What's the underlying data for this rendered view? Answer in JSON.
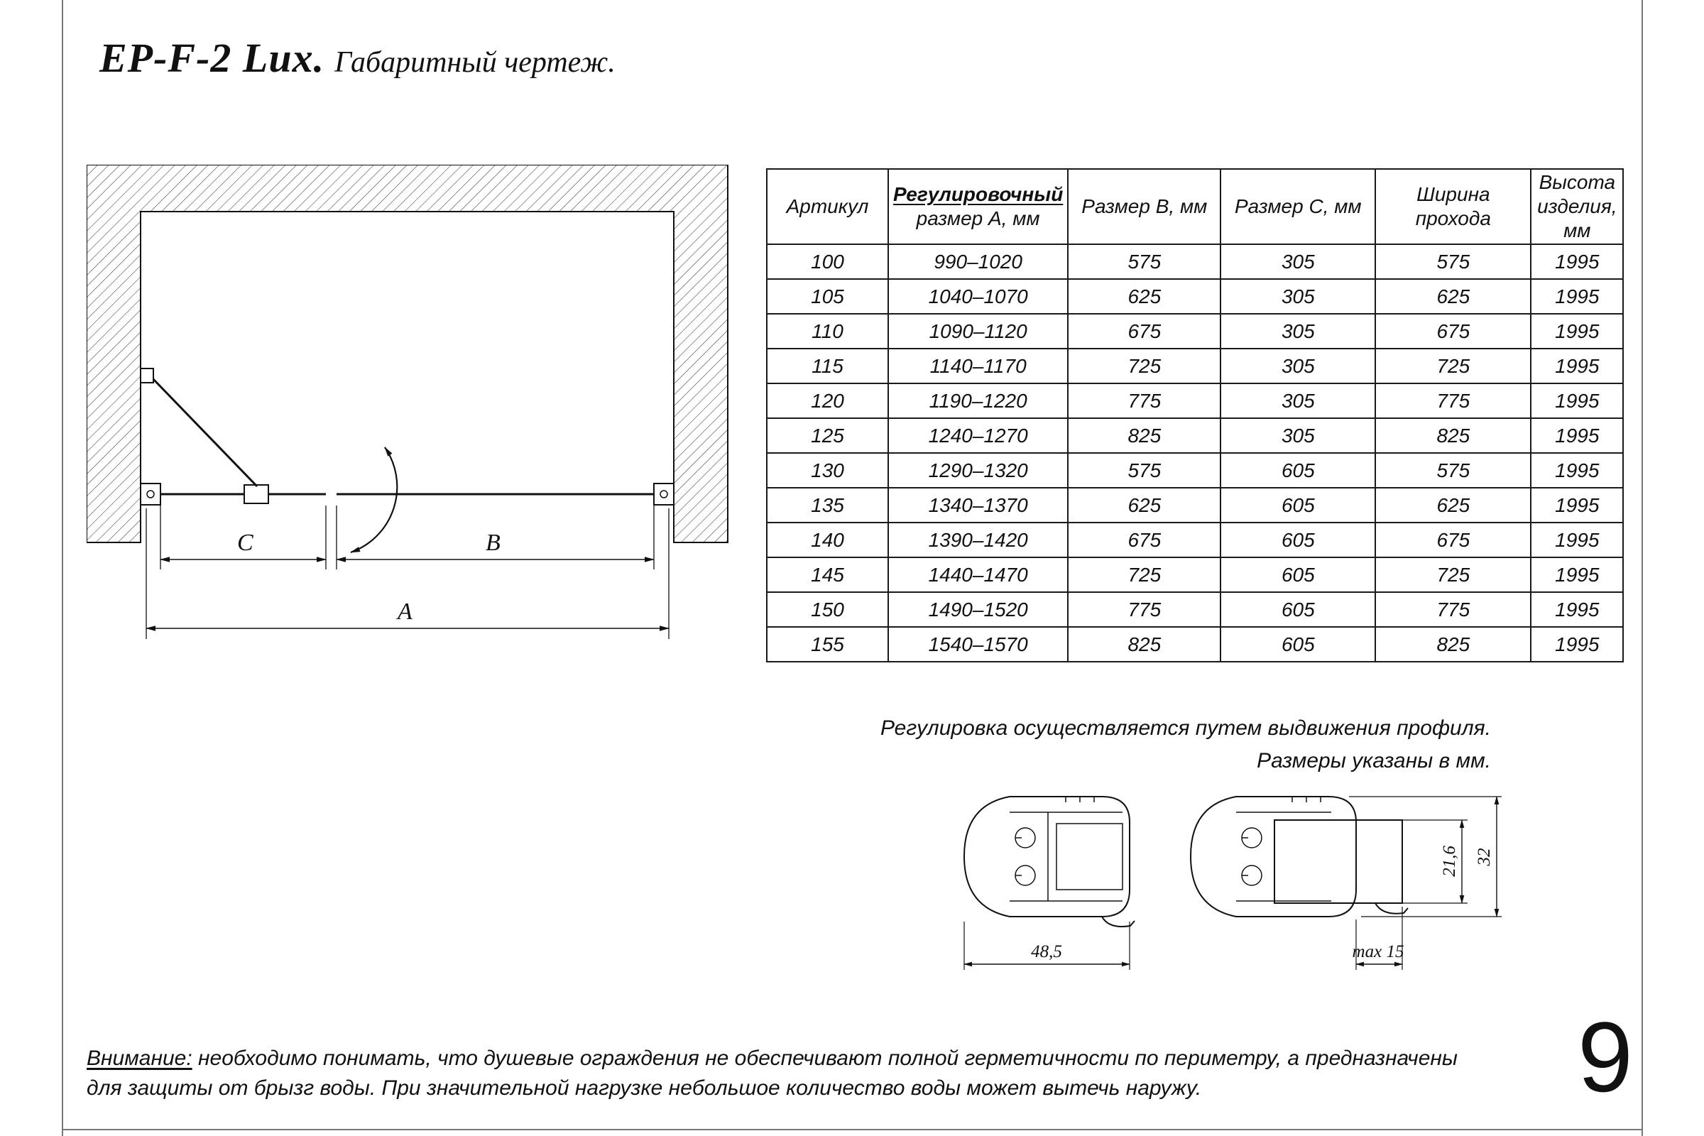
{
  "header": {
    "title_model": "EP-F-2 Lux.",
    "title_subtitle": "Габаритный чертеж."
  },
  "drawing": {
    "dim_a": "A",
    "dim_b": "B",
    "dim_c": "C"
  },
  "table": {
    "col_artikul": "Артикул",
    "col_a_line1": "Регулировочный",
    "col_a_line2": "размер А, мм",
    "col_b": "Размер В, мм",
    "col_c": "Размер С, мм",
    "col_width_line1": "Ширина",
    "col_width_line2": "прохода",
    "col_height_line1": "Высота",
    "col_height_line2": "изделия,",
    "col_height_line3": "мм",
    "rows": [
      [
        "100",
        "990–1020",
        "575",
        "305",
        "575",
        "1995"
      ],
      [
        "105",
        "1040–1070",
        "625",
        "305",
        "625",
        "1995"
      ],
      [
        "110",
        "1090–1120",
        "675",
        "305",
        "675",
        "1995"
      ],
      [
        "115",
        "1140–1170",
        "725",
        "305",
        "725",
        "1995"
      ],
      [
        "120",
        "1190–1220",
        "775",
        "305",
        "775",
        "1995"
      ],
      [
        "125",
        "1240–1270",
        "825",
        "305",
        "825",
        "1995"
      ],
      [
        "130",
        "1290–1320",
        "575",
        "605",
        "575",
        "1995"
      ],
      [
        "135",
        "1340–1370",
        "625",
        "605",
        "625",
        "1995"
      ],
      [
        "140",
        "1390–1420",
        "675",
        "605",
        "675",
        "1995"
      ],
      [
        "145",
        "1440–1470",
        "725",
        "605",
        "725",
        "1995"
      ],
      [
        "150",
        "1490–1520",
        "775",
        "605",
        "775",
        "1995"
      ],
      [
        "155",
        "1540–1570",
        "825",
        "605",
        "825",
        "1995"
      ]
    ]
  },
  "notes": {
    "line1": "Регулировка осуществляется путем выдвижения профиля.",
    "line2": "Размеры указаны в мм."
  },
  "profiles": {
    "dim_width": "48,5",
    "dim_max": "max 15",
    "dim_inner_height": "21,6",
    "dim_outer_height": "32"
  },
  "warning": {
    "label": "Внимание:",
    "text": "необходимо понимать, что душевые ограждения не обеспечивают полной герметичности по периметру, а предназначены для защиты от брызг воды. При значительной нагрузке небольшое количество воды может вытечь наружу."
  },
  "footer": {
    "page_number": "9"
  }
}
